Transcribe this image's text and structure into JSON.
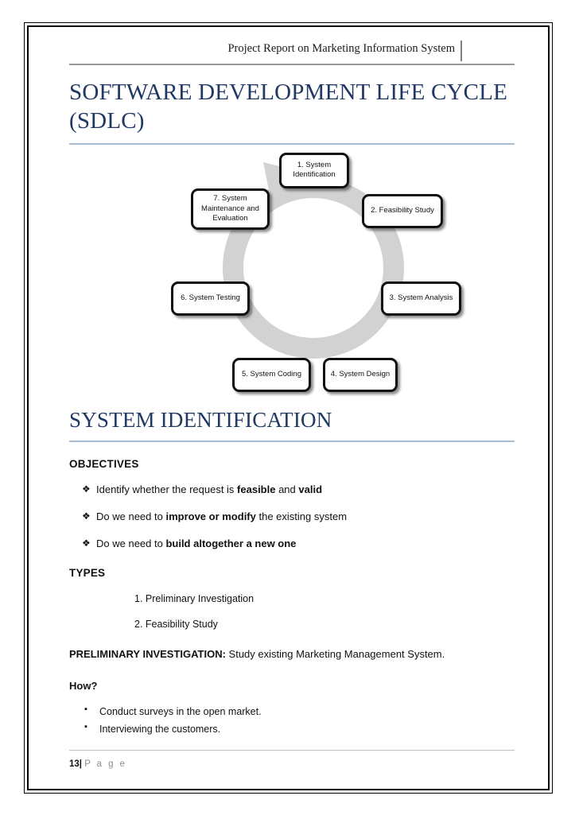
{
  "page": {
    "header_text": "Project Report on Marketing Information System",
    "footer_number": "13",
    "footer_separator": "|",
    "footer_label": "P a g e",
    "accent_heading_color": "#1f3864",
    "accent_rule_color": "#a9bcd0",
    "header_rule_color": "#9a9a9a",
    "ring_color": "#d2d2d2"
  },
  "headings": {
    "h1_sdlc": "SOFTWARE DEVELOPMENT LIFE CYCLE (SDLC)",
    "h1_system_identification": "SYSTEM IDENTIFICATION"
  },
  "diagram": {
    "type": "cycle",
    "nodes": [
      {
        "id": "n1",
        "label": "1. System Identification"
      },
      {
        "id": "n2",
        "label": "2. Feasibility Study"
      },
      {
        "id": "n3",
        "label": "3. System Analysis"
      },
      {
        "id": "n4",
        "label": "4. System Design"
      },
      {
        "id": "n5",
        "label": "5. System Coding"
      },
      {
        "id": "n6",
        "label": "6. System Testing"
      },
      {
        "id": "n7",
        "label": "7. System Maintenance and Evaluation"
      }
    ]
  },
  "objectives": {
    "label": "OBJECTIVES",
    "bullet_glyph": "❖",
    "items": [
      {
        "before": "Identify whether the request is ",
        "bold1": "feasible",
        "middle": " and ",
        "bold2": "valid",
        "after": ""
      },
      {
        "before": " Do we need to ",
        "bold1": "improve or modify",
        "middle": " the  existing system",
        "bold2": "",
        "after": ""
      },
      {
        "before": " Do we need to ",
        "bold1": "build altogether a new one",
        "middle": "",
        "bold2": "",
        "after": ""
      }
    ]
  },
  "types": {
    "label": "TYPES",
    "items": [
      "1. Preliminary Investigation",
      "2. Feasibility Study"
    ]
  },
  "preliminary": {
    "term": "PRELIMINARY INVESTIGATION:",
    "definition": " Study existing Marketing Management System.",
    "how_label": "How?",
    "bullet_glyph": "▪",
    "how_items": [
      "Conduct surveys in the open market.",
      "Interviewing the customers."
    ]
  }
}
